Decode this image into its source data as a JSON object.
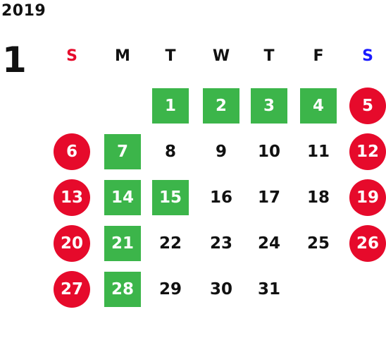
{
  "calendar": {
    "year": "2019",
    "month": "1",
    "weekdays": [
      {
        "label": "S",
        "color": "#e60a2b"
      },
      {
        "label": "M",
        "color": "#111111"
      },
      {
        "label": "T",
        "color": "#111111"
      },
      {
        "label": "W",
        "color": "#111111"
      },
      {
        "label": "T",
        "color": "#111111"
      },
      {
        "label": "F",
        "color": "#111111"
      },
      {
        "label": "S",
        "color": "#1a1aff"
      }
    ],
    "days": [
      {
        "day": "1",
        "type": "green"
      },
      {
        "day": "2",
        "type": "green"
      },
      {
        "day": "3",
        "type": "green"
      },
      {
        "day": "4",
        "type": "green"
      },
      {
        "day": "5",
        "type": "red"
      },
      {
        "day": "6",
        "type": "red"
      },
      {
        "day": "7",
        "type": "green"
      },
      {
        "day": "8",
        "type": "plain"
      },
      {
        "day": "9",
        "type": "plain"
      },
      {
        "day": "10",
        "type": "plain"
      },
      {
        "day": "11",
        "type": "plain"
      },
      {
        "day": "12",
        "type": "red"
      },
      {
        "day": "13",
        "type": "red"
      },
      {
        "day": "14",
        "type": "green"
      },
      {
        "day": "15",
        "type": "green"
      },
      {
        "day": "16",
        "type": "plain"
      },
      {
        "day": "17",
        "type": "plain"
      },
      {
        "day": "18",
        "type": "plain"
      },
      {
        "day": "19",
        "type": "red"
      },
      {
        "day": "20",
        "type": "red"
      },
      {
        "day": "21",
        "type": "green"
      },
      {
        "day": "22",
        "type": "plain"
      },
      {
        "day": "23",
        "type": "plain"
      },
      {
        "day": "24",
        "type": "plain"
      },
      {
        "day": "25",
        "type": "plain"
      },
      {
        "day": "26",
        "type": "red"
      },
      {
        "day": "27",
        "type": "red"
      },
      {
        "day": "28",
        "type": "green"
      },
      {
        "day": "29",
        "type": "plain"
      },
      {
        "day": "30",
        "type": "plain"
      },
      {
        "day": "31",
        "type": "plain"
      }
    ],
    "colors": {
      "holiday_red": "#e60a2b",
      "highlight_green": "#3cb54a",
      "sunday_header": "#e60a2b",
      "saturday_header": "#1a1aff",
      "text": "#111111"
    }
  }
}
